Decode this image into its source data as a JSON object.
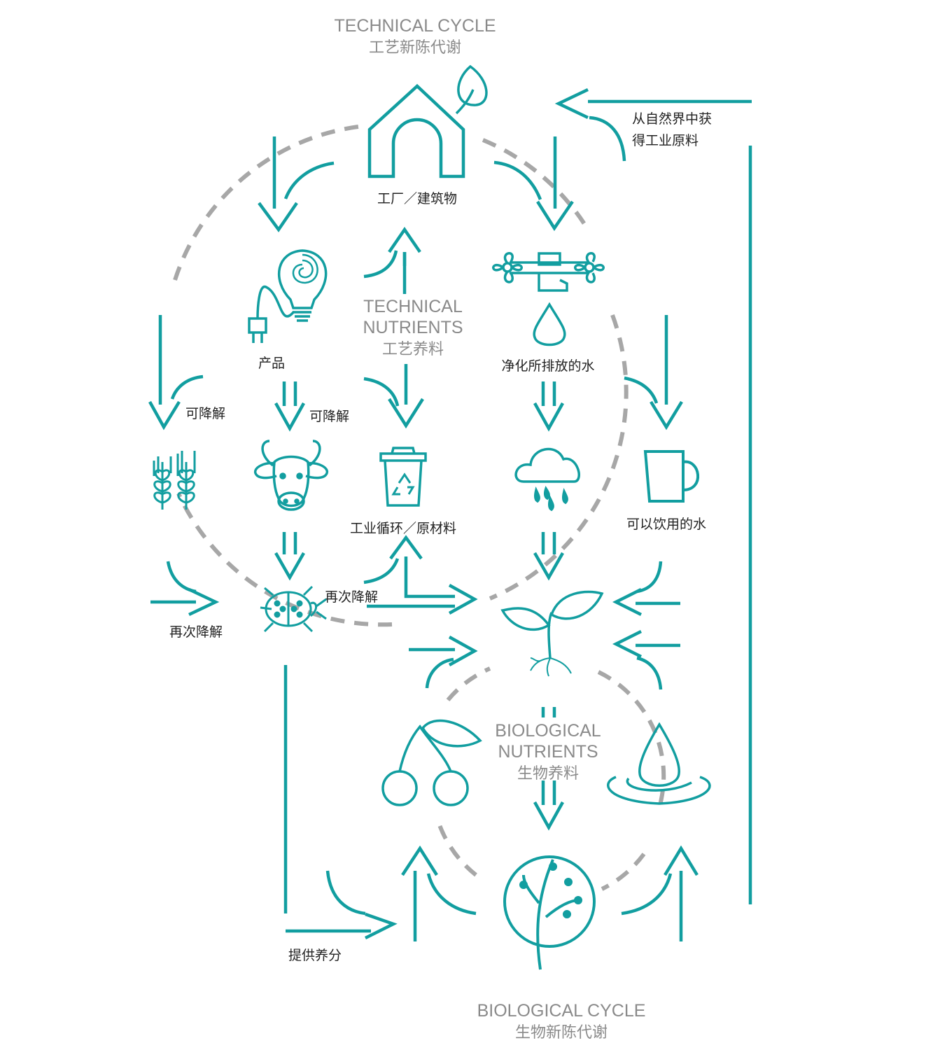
{
  "colors": {
    "accent": "#129ea0",
    "dashed": "#a7a7a7",
    "title_gray": "#8a8a8a",
    "label": "#222222"
  },
  "technical_cycle": {
    "title_en": "TECHNICAL CYCLE",
    "title_cn": "工艺新陈代谢"
  },
  "technical_nutrients": {
    "line1": "TECHNICAL",
    "line2": "NUTRIENTS",
    "cn": "工艺养料"
  },
  "biological_nutrients": {
    "line1": "BIOLOGICAL",
    "line2": "NUTRIENTS",
    "cn": "生物养料"
  },
  "biological_cycle": {
    "title_en": "BIOLOGICAL CYCLE",
    "title_cn": "生物新陈代谢"
  },
  "nodes": {
    "factory": "工厂／建筑物",
    "nature_line1": "从自然界中获",
    "nature_line2": "得工业原料",
    "product": "产品",
    "purified_water": "净化所排放的水",
    "degradable_left": "可降解",
    "degradable_mid": "可降解",
    "industrial_recycling": "工业循环／原材料",
    "drinkable_water": "可以饮用的水",
    "redegrade_mid": "再次降解",
    "redegrade_left": "再次降解",
    "provide_nutrients": "提供养分"
  },
  "icons": [
    "factory-house-icon",
    "leaf-icon",
    "light-bulb-icon",
    "faucet-icon",
    "water-drop-icon",
    "wheat-icon",
    "cow-icon",
    "recycle-bin-icon",
    "rain-cloud-icon",
    "cup-icon",
    "ladybug-icon",
    "sprout-icon",
    "cherries-icon",
    "water-splash-icon",
    "tree-icon"
  ]
}
